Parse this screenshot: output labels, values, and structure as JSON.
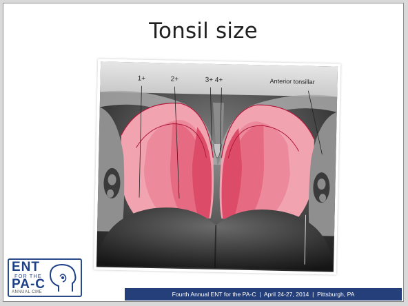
{
  "slide": {
    "title": "Tonsil size"
  },
  "figure": {
    "labels": {
      "one": "1+",
      "two": "2+",
      "three_four": "3+ 4+",
      "anterior": "Anterior tonsillar"
    }
  },
  "logo": {
    "ent": "ENT",
    "for_the": "FOR THE",
    "pac": "PA-C",
    "sub": "ANNUAL CME"
  },
  "footer": {
    "text": "Fourth Annual ENT for the PA-C  |  April 24-27, 2014  |  Pittsburgh, PA"
  },
  "colors": {
    "footer_bg": "#243f7a",
    "tonsil_pink": "#ef8a9a",
    "tonsil_red": "#e4506a",
    "logo_blue": "#1c3f86"
  }
}
